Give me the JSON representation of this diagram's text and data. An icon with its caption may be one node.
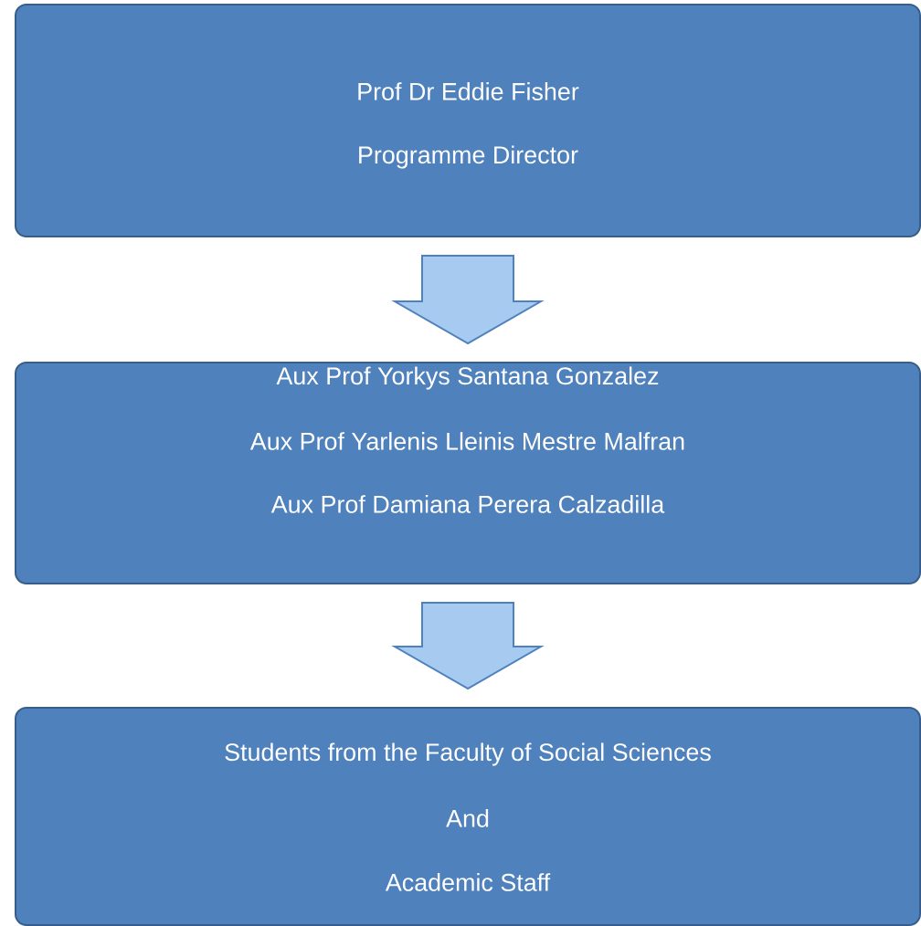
{
  "diagram": {
    "nodes": [
      {
        "text": [
          "Prof Dr Eddie Fisher",
          "Programme Director"
        ]
      },
      {
        "text": [
          "Aux Prof Yorkys  Santana Gonzalez",
          "Aux Prof Yarlenis Lleinis Mestre Malfran",
          "Aux Prof Damiana Perera Calzadilla"
        ]
      },
      {
        "text": [
          "Students from the Faculty of Social Sciences",
          "And",
          "Academic Staff"
        ]
      }
    ],
    "edges": [
      {
        "from": 0,
        "to": 1,
        "arrow": "to"
      },
      {
        "from": 1,
        "to": 2,
        "arrow": "to"
      }
    ]
  }
}
